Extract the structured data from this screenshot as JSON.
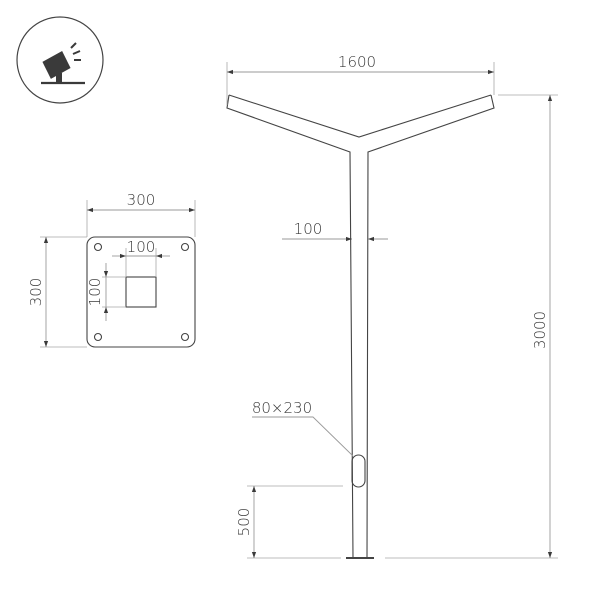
{
  "icon": {
    "name": "street-light-icon",
    "description": "Spotlight on post inside circle"
  },
  "base_plate": {
    "width_label": "300",
    "height_label": "300",
    "opening_width_label": "100",
    "opening_height_label": "100",
    "bolt_holes": 4
  },
  "pole": {
    "span_label": "1600",
    "diameter_label": "100",
    "height_label": "3000",
    "hatch_label": "80×230",
    "hatch_height_label": "500"
  },
  "colors": {
    "outline": "#444444",
    "dimension": "#9a9a9a",
    "text": "#3a3a3a",
    "background": "#ffffff"
  }
}
